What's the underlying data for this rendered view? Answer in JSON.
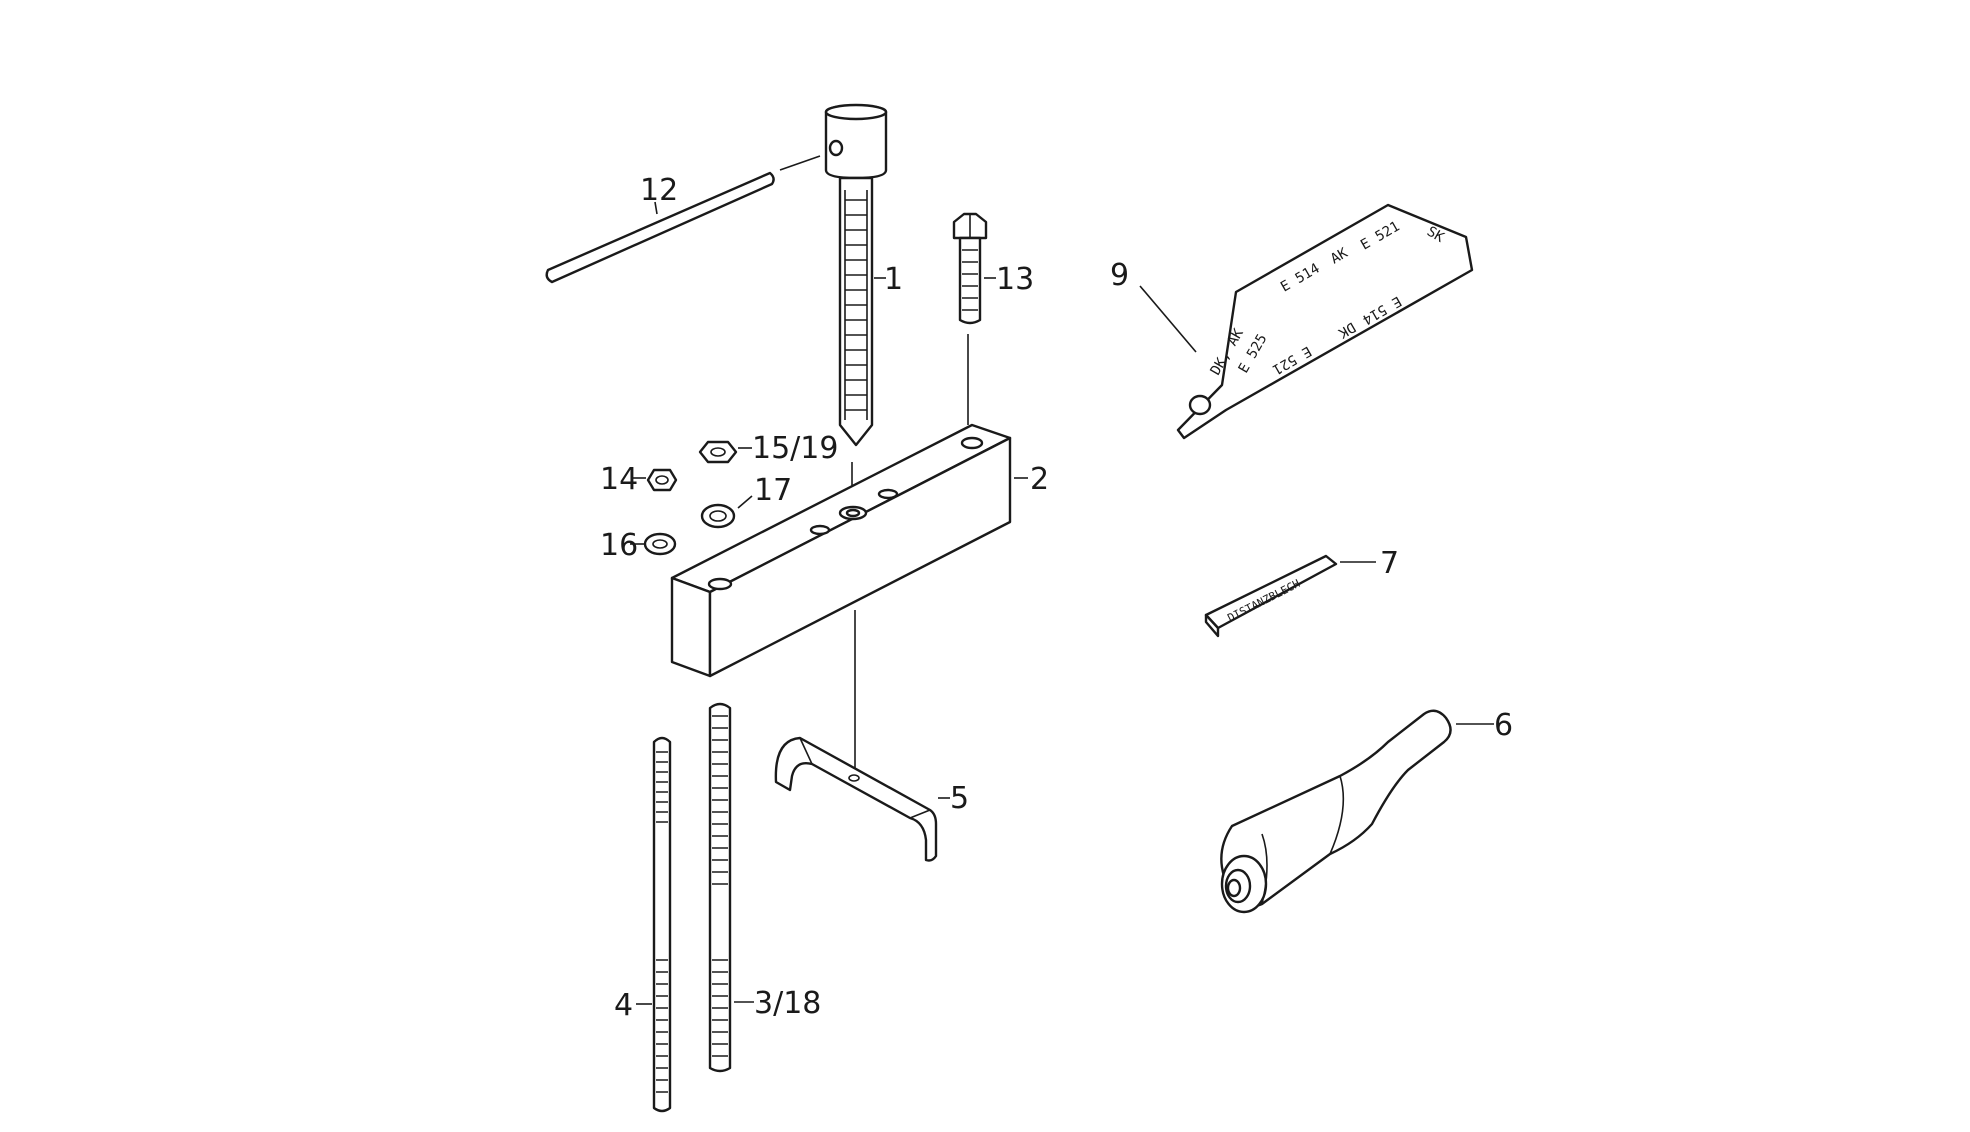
{
  "labels": {
    "p1": "1",
    "p2": "2",
    "p3_18": "3/18",
    "p4": "4",
    "p5": "5",
    "p6": "6",
    "p7": "7",
    "p9": "9",
    "p12": "12",
    "p13": "13",
    "p14": "14",
    "p15_19": "15/19",
    "p16": "16",
    "p17": "17"
  },
  "gauge_plate": {
    "text_a": "DK, AK",
    "text_b": "E 525",
    "text_c": "E 514",
    "text_d": "AK",
    "text_e": "E 521",
    "text_f": "SK",
    "text_g": "E 521",
    "text_h": "DK",
    "text_i": "E 514"
  },
  "shim": {
    "text": "DISTANZBLECH"
  },
  "colors": {
    "ink": "#1a1a1a",
    "paper": "#ffffff"
  }
}
